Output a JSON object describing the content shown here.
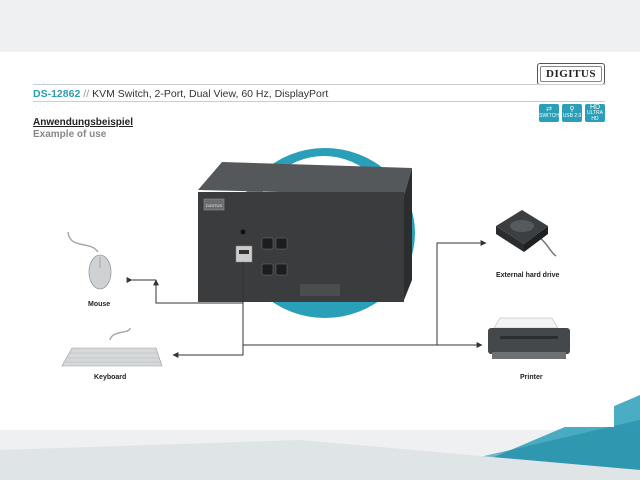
{
  "header": {
    "brand": "DIGITUS",
    "model": "DS-12862",
    "separator": "//",
    "description": "KVM Switch, 2-Port, Dual View, 60 Hz, DisplayPort"
  },
  "badges": [
    {
      "label": "SWITCH",
      "icon": "switch-icon"
    },
    {
      "label": "USB 2.0",
      "icon": "usb-icon"
    },
    {
      "label": "ULTRA HD",
      "icon": "hd-icon"
    }
  ],
  "section": {
    "title_de": "Anwendungsbeispiel",
    "title_en": "Example of use"
  },
  "device_plate": "DIGITUS",
  "devices": {
    "mouse": "Mouse",
    "keyboard": "Keyboard",
    "hard_drive": "External hard drive",
    "printer": "Printer"
  },
  "colors": {
    "accent": "#2a9fb8",
    "device": "#3a3c3e",
    "line": "#333333"
  }
}
